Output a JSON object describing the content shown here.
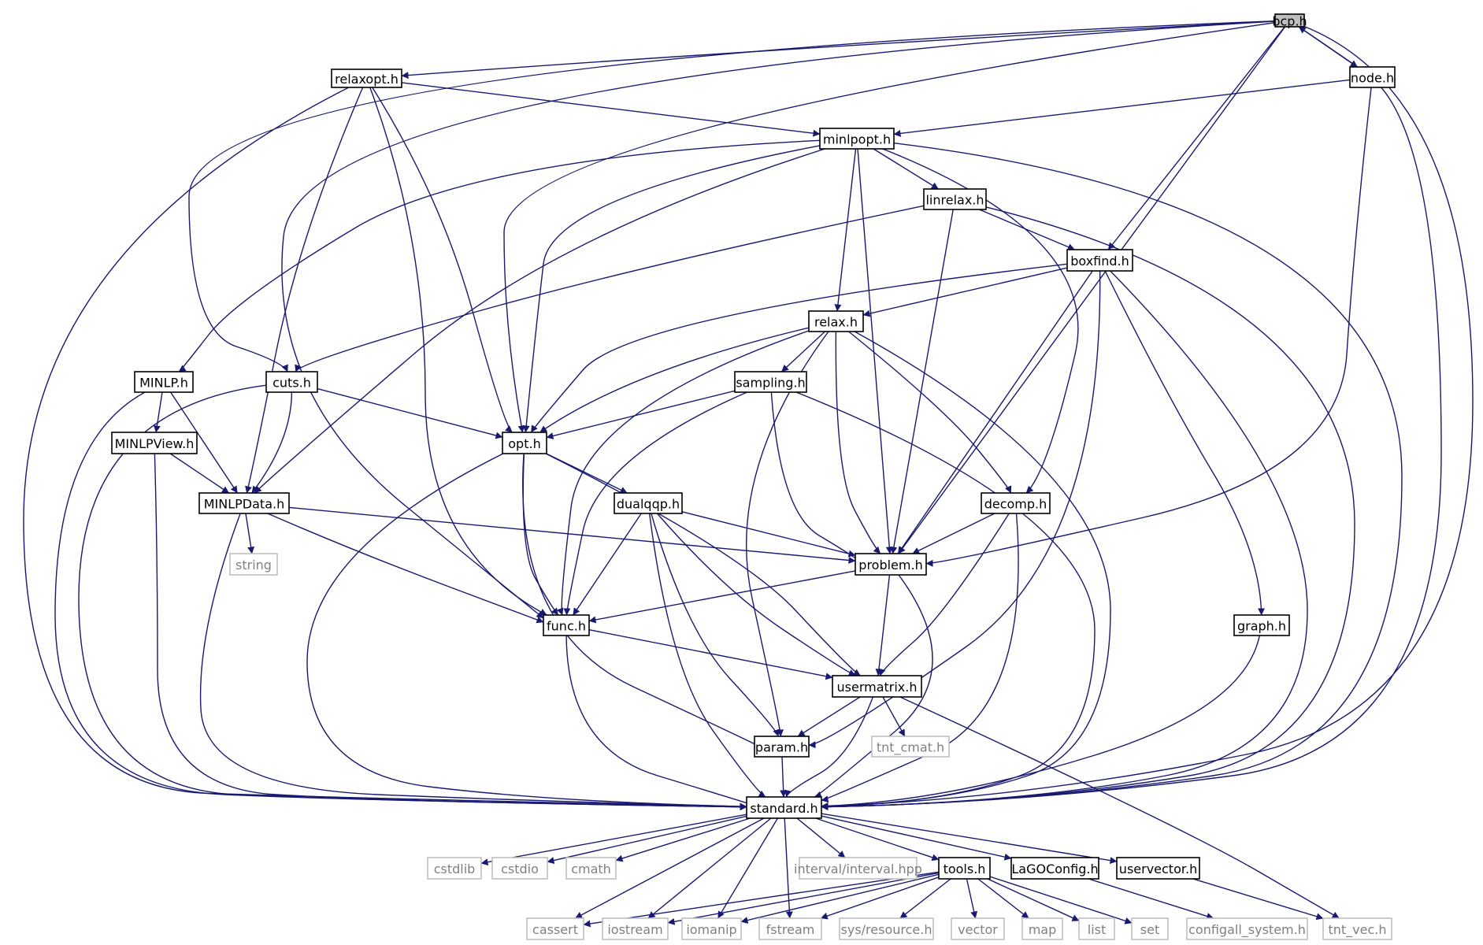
{
  "colors": {
    "edge": "#191970",
    "node_border": "#000000",
    "system_border": "#bfbfbf",
    "system_text": "#808080",
    "text": "#000000",
    "node_fill": "#ffffff",
    "focus_fill": "#bfbfbf"
  },
  "nodes": [
    {
      "id": "bcp",
      "label": "bcp.h",
      "kind": "focus"
    },
    {
      "id": "relaxopt",
      "label": "relaxopt.h",
      "kind": "normal"
    },
    {
      "id": "node",
      "label": "node.h",
      "kind": "normal"
    },
    {
      "id": "minlpopt",
      "label": "minlpopt.h",
      "kind": "normal"
    },
    {
      "id": "linrelax",
      "label": "linrelax.h",
      "kind": "normal"
    },
    {
      "id": "boxfind",
      "label": "boxfind.h",
      "kind": "normal"
    },
    {
      "id": "relax",
      "label": "relax.h",
      "kind": "normal"
    },
    {
      "id": "minlp",
      "label": "MINLP.h",
      "kind": "normal"
    },
    {
      "id": "cuts",
      "label": "cuts.h",
      "kind": "normal"
    },
    {
      "id": "sampling",
      "label": "sampling.h",
      "kind": "normal"
    },
    {
      "id": "minlpview",
      "label": "MINLPView.h",
      "kind": "normal"
    },
    {
      "id": "opt",
      "label": "opt.h",
      "kind": "normal"
    },
    {
      "id": "minlpdata",
      "label": "MINLPData.h",
      "kind": "normal"
    },
    {
      "id": "dualqqp",
      "label": "dualqqp.h",
      "kind": "normal"
    },
    {
      "id": "decomp",
      "label": "decomp.h",
      "kind": "normal"
    },
    {
      "id": "string",
      "label": "string",
      "kind": "system"
    },
    {
      "id": "problem",
      "label": "problem.h",
      "kind": "normal"
    },
    {
      "id": "func",
      "label": "func.h",
      "kind": "normal"
    },
    {
      "id": "graph",
      "label": "graph.h",
      "kind": "normal"
    },
    {
      "id": "usermatrix",
      "label": "usermatrix.h",
      "kind": "normal"
    },
    {
      "id": "param",
      "label": "param.h",
      "kind": "normal"
    },
    {
      "id": "tnt_cmat",
      "label": "tnt_cmat.h",
      "kind": "system"
    },
    {
      "id": "standard",
      "label": "standard.h",
      "kind": "normal"
    },
    {
      "id": "cstdlib",
      "label": "cstdlib",
      "kind": "system"
    },
    {
      "id": "cstdio",
      "label": "cstdio",
      "kind": "system"
    },
    {
      "id": "cmath",
      "label": "cmath",
      "kind": "system"
    },
    {
      "id": "interval",
      "label": "interval/interval.hpp",
      "kind": "system"
    },
    {
      "id": "tools",
      "label": "tools.h",
      "kind": "normal"
    },
    {
      "id": "lagoconfig",
      "label": "LaGOConfig.h",
      "kind": "normal"
    },
    {
      "id": "uservector",
      "label": "uservector.h",
      "kind": "normal"
    },
    {
      "id": "cassert",
      "label": "cassert",
      "kind": "system"
    },
    {
      "id": "iostream",
      "label": "iostream",
      "kind": "system"
    },
    {
      "id": "iomanip",
      "label": "iomanip",
      "kind": "system"
    },
    {
      "id": "fstream",
      "label": "fstream",
      "kind": "system"
    },
    {
      "id": "sysresource",
      "label": "sys/resource.h",
      "kind": "system"
    },
    {
      "id": "vector",
      "label": "vector",
      "kind": "system"
    },
    {
      "id": "map",
      "label": "map",
      "kind": "system"
    },
    {
      "id": "list",
      "label": "list",
      "kind": "system"
    },
    {
      "id": "set",
      "label": "set",
      "kind": "system"
    },
    {
      "id": "configall",
      "label": "configall_system.h",
      "kind": "system"
    },
    {
      "id": "tnt_vec",
      "label": "tnt_vec.h",
      "kind": "system"
    }
  ],
  "edges": [
    [
      "bcp",
      "relaxopt"
    ],
    [
      "bcp",
      "node"
    ],
    [
      "bcp",
      "cuts"
    ],
    [
      "bcp",
      "opt"
    ],
    [
      "bcp",
      "func"
    ],
    [
      "bcp",
      "boxfind"
    ],
    [
      "bcp",
      "problem"
    ],
    [
      "bcp",
      "standard"
    ],
    [
      "node",
      "bcp"
    ],
    [
      "node",
      "minlpopt"
    ],
    [
      "node",
      "problem"
    ],
    [
      "node",
      "standard"
    ],
    [
      "relaxopt",
      "minlpopt"
    ],
    [
      "relaxopt",
      "opt"
    ],
    [
      "relaxopt",
      "minlpdata"
    ],
    [
      "relaxopt",
      "func"
    ],
    [
      "relaxopt",
      "standard"
    ],
    [
      "minlpopt",
      "linrelax"
    ],
    [
      "minlpopt",
      "relax"
    ],
    [
      "minlpopt",
      "minlp"
    ],
    [
      "minlpopt",
      "opt"
    ],
    [
      "minlpopt",
      "minlpdata"
    ],
    [
      "minlpopt",
      "decomp"
    ],
    [
      "minlpopt",
      "problem"
    ],
    [
      "minlpopt",
      "standard"
    ],
    [
      "linrelax",
      "boxfind"
    ],
    [
      "linrelax",
      "cuts"
    ],
    [
      "linrelax",
      "problem"
    ],
    [
      "linrelax",
      "standard"
    ],
    [
      "boxfind",
      "relax"
    ],
    [
      "boxfind",
      "opt"
    ],
    [
      "boxfind",
      "problem"
    ],
    [
      "boxfind",
      "param"
    ],
    [
      "boxfind",
      "graph"
    ],
    [
      "boxfind",
      "standard"
    ],
    [
      "relax",
      "sampling"
    ],
    [
      "relax",
      "opt"
    ],
    [
      "relax",
      "func"
    ],
    [
      "relax",
      "param"
    ],
    [
      "relax",
      "problem"
    ],
    [
      "relax",
      "decomp"
    ],
    [
      "relax",
      "standard"
    ],
    [
      "minlp",
      "minlpview"
    ],
    [
      "minlp",
      "minlpdata"
    ],
    [
      "minlp",
      "standard"
    ],
    [
      "cuts",
      "opt"
    ],
    [
      "cuts",
      "minlpdata"
    ],
    [
      "cuts",
      "standard"
    ],
    [
      "sampling",
      "opt"
    ],
    [
      "sampling",
      "func"
    ],
    [
      "sampling",
      "problem"
    ],
    [
      "sampling",
      "standard"
    ],
    [
      "minlpview",
      "minlpdata"
    ],
    [
      "minlpview",
      "standard"
    ],
    [
      "opt",
      "dualqqp"
    ],
    [
      "opt",
      "func"
    ],
    [
      "opt",
      "param"
    ],
    [
      "opt",
      "usermatrix"
    ],
    [
      "opt",
      "standard"
    ],
    [
      "minlpdata",
      "string"
    ],
    [
      "minlpdata",
      "problem"
    ],
    [
      "minlpdata",
      "func"
    ],
    [
      "minlpdata",
      "standard"
    ],
    [
      "dualqqp",
      "func"
    ],
    [
      "dualqqp",
      "problem"
    ],
    [
      "dualqqp",
      "usermatrix"
    ],
    [
      "dualqqp",
      "param"
    ],
    [
      "dualqqp",
      "standard"
    ],
    [
      "decomp",
      "problem"
    ],
    [
      "decomp",
      "usermatrix"
    ],
    [
      "decomp",
      "standard"
    ],
    [
      "problem",
      "func"
    ],
    [
      "problem",
      "usermatrix"
    ],
    [
      "problem",
      "standard"
    ],
    [
      "func",
      "usermatrix"
    ],
    [
      "func",
      "standard"
    ],
    [
      "graph",
      "standard"
    ],
    [
      "usermatrix",
      "param"
    ],
    [
      "usermatrix",
      "tnt_cmat"
    ],
    [
      "usermatrix",
      "tnt_vec"
    ],
    [
      "usermatrix",
      "standard"
    ],
    [
      "param",
      "standard"
    ],
    [
      "standard",
      "cstdlib"
    ],
    [
      "standard",
      "cstdio"
    ],
    [
      "standard",
      "cmath"
    ],
    [
      "standard",
      "interval"
    ],
    [
      "standard",
      "tools"
    ],
    [
      "standard",
      "lagoconfig"
    ],
    [
      "standard",
      "uservector"
    ],
    [
      "standard",
      "cassert"
    ],
    [
      "standard",
      "iostream"
    ],
    [
      "standard",
      "iomanip"
    ],
    [
      "standard",
      "fstream"
    ],
    [
      "tools",
      "cassert"
    ],
    [
      "tools",
      "iostream"
    ],
    [
      "tools",
      "iomanip"
    ],
    [
      "tools",
      "fstream"
    ],
    [
      "tools",
      "sysresource"
    ],
    [
      "tools",
      "vector"
    ],
    [
      "tools",
      "map"
    ],
    [
      "tools",
      "list"
    ],
    [
      "tools",
      "set"
    ],
    [
      "lagoconfig",
      "configall"
    ],
    [
      "uservector",
      "tnt_vec"
    ]
  ]
}
